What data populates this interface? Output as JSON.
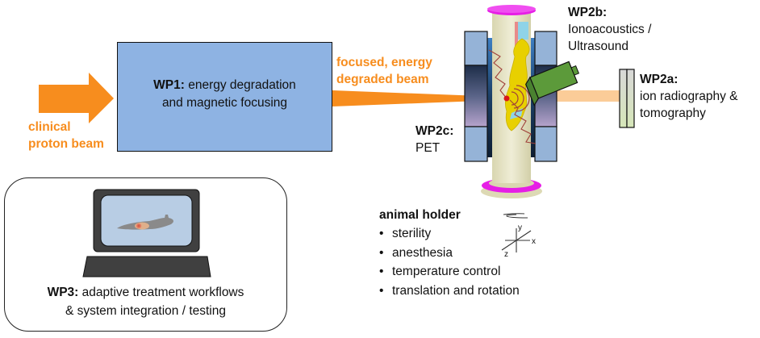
{
  "colors": {
    "beam_orange": "#f78d1e",
    "beam_light": "#fbc68d",
    "wp1_fill": "#8eb3e3",
    "pet_block": "#95b3d7",
    "magenta": "#e61ee6",
    "column": "#e8e6c8",
    "animal_yellow": "#e8d000",
    "transducer_green": "#5c9a3a",
    "detector_plate": "#dde6cc",
    "monitor_dark": "#404040",
    "screen_blue": "#b8cde4"
  },
  "input_beam": {
    "label_line1": "clinical",
    "label_line2": "proton beam"
  },
  "wp1": {
    "title": "WP1:",
    "text_line1": " energy degradation",
    "text_line2": "and magnetic focusing"
  },
  "focused_beam": {
    "label_line1": "focused, energy",
    "label_line2": "degraded beam"
  },
  "wp2a": {
    "title": "WP2a:",
    "line1": "ion radiography &",
    "line2": "tomography"
  },
  "wp2b": {
    "title": "WP2b:",
    "line1": "Ionoacoustics /",
    "line2": "Ultrasound"
  },
  "wp2c": {
    "title": "WP2c:",
    "line1": "PET"
  },
  "animal_holder": {
    "title": "animal holder",
    "items": [
      "sterility",
      "anesthesia",
      "temperature control",
      "translation and rotation"
    ],
    "axes": {
      "x": "x",
      "y": "y",
      "z": "z"
    }
  },
  "wp3": {
    "title": "WP3:",
    "text_line1": " adaptive treatment workflows",
    "text_line2": "& system integration / testing"
  }
}
